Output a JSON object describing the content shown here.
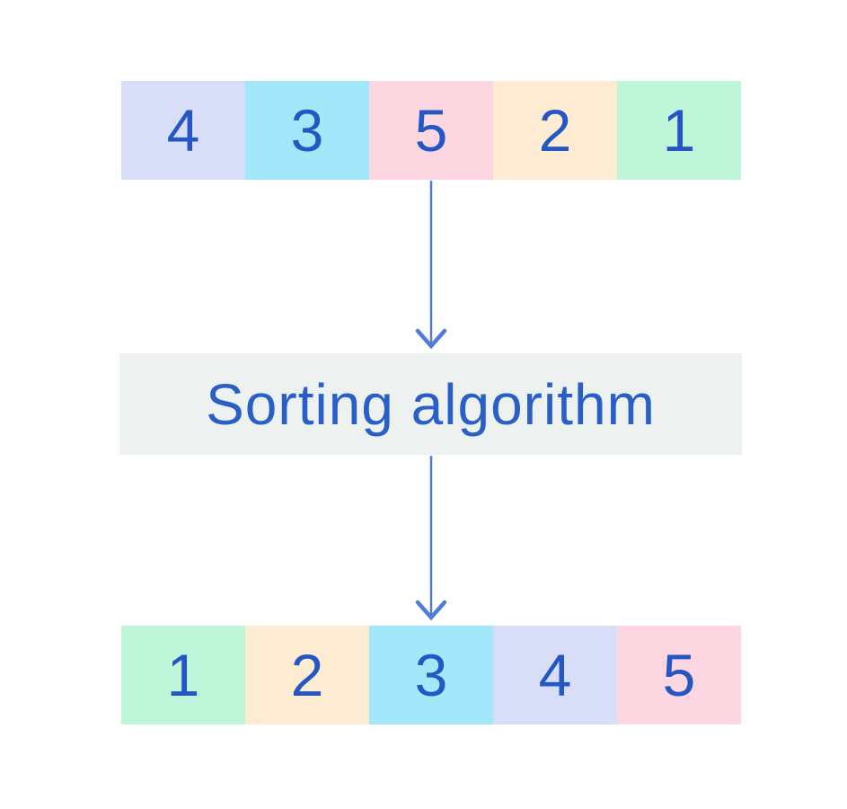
{
  "diagram": {
    "input_array": {
      "cells": [
        {
          "value": "4",
          "color": "#d8ddf8"
        },
        {
          "value": "3",
          "color": "#a2e8fa"
        },
        {
          "value": "5",
          "color": "#fcd6e0"
        },
        {
          "value": "2",
          "color": "#fdecd2"
        },
        {
          "value": "1",
          "color": "#bff6da"
        }
      ]
    },
    "process": {
      "label": "Sorting algorithm",
      "background": "#edf2f1"
    },
    "output_array": {
      "cells": [
        {
          "value": "1",
          "color": "#bff6da"
        },
        {
          "value": "2",
          "color": "#fdecd2"
        },
        {
          "value": "3",
          "color": "#a2e8fa"
        },
        {
          "value": "4",
          "color": "#d8ddf8"
        },
        {
          "value": "5",
          "color": "#fcd6e0"
        }
      ]
    },
    "colors": {
      "number_text": "#2456c4",
      "label_text": "#2a5fc8",
      "arrow": "#4f7cd9"
    }
  }
}
